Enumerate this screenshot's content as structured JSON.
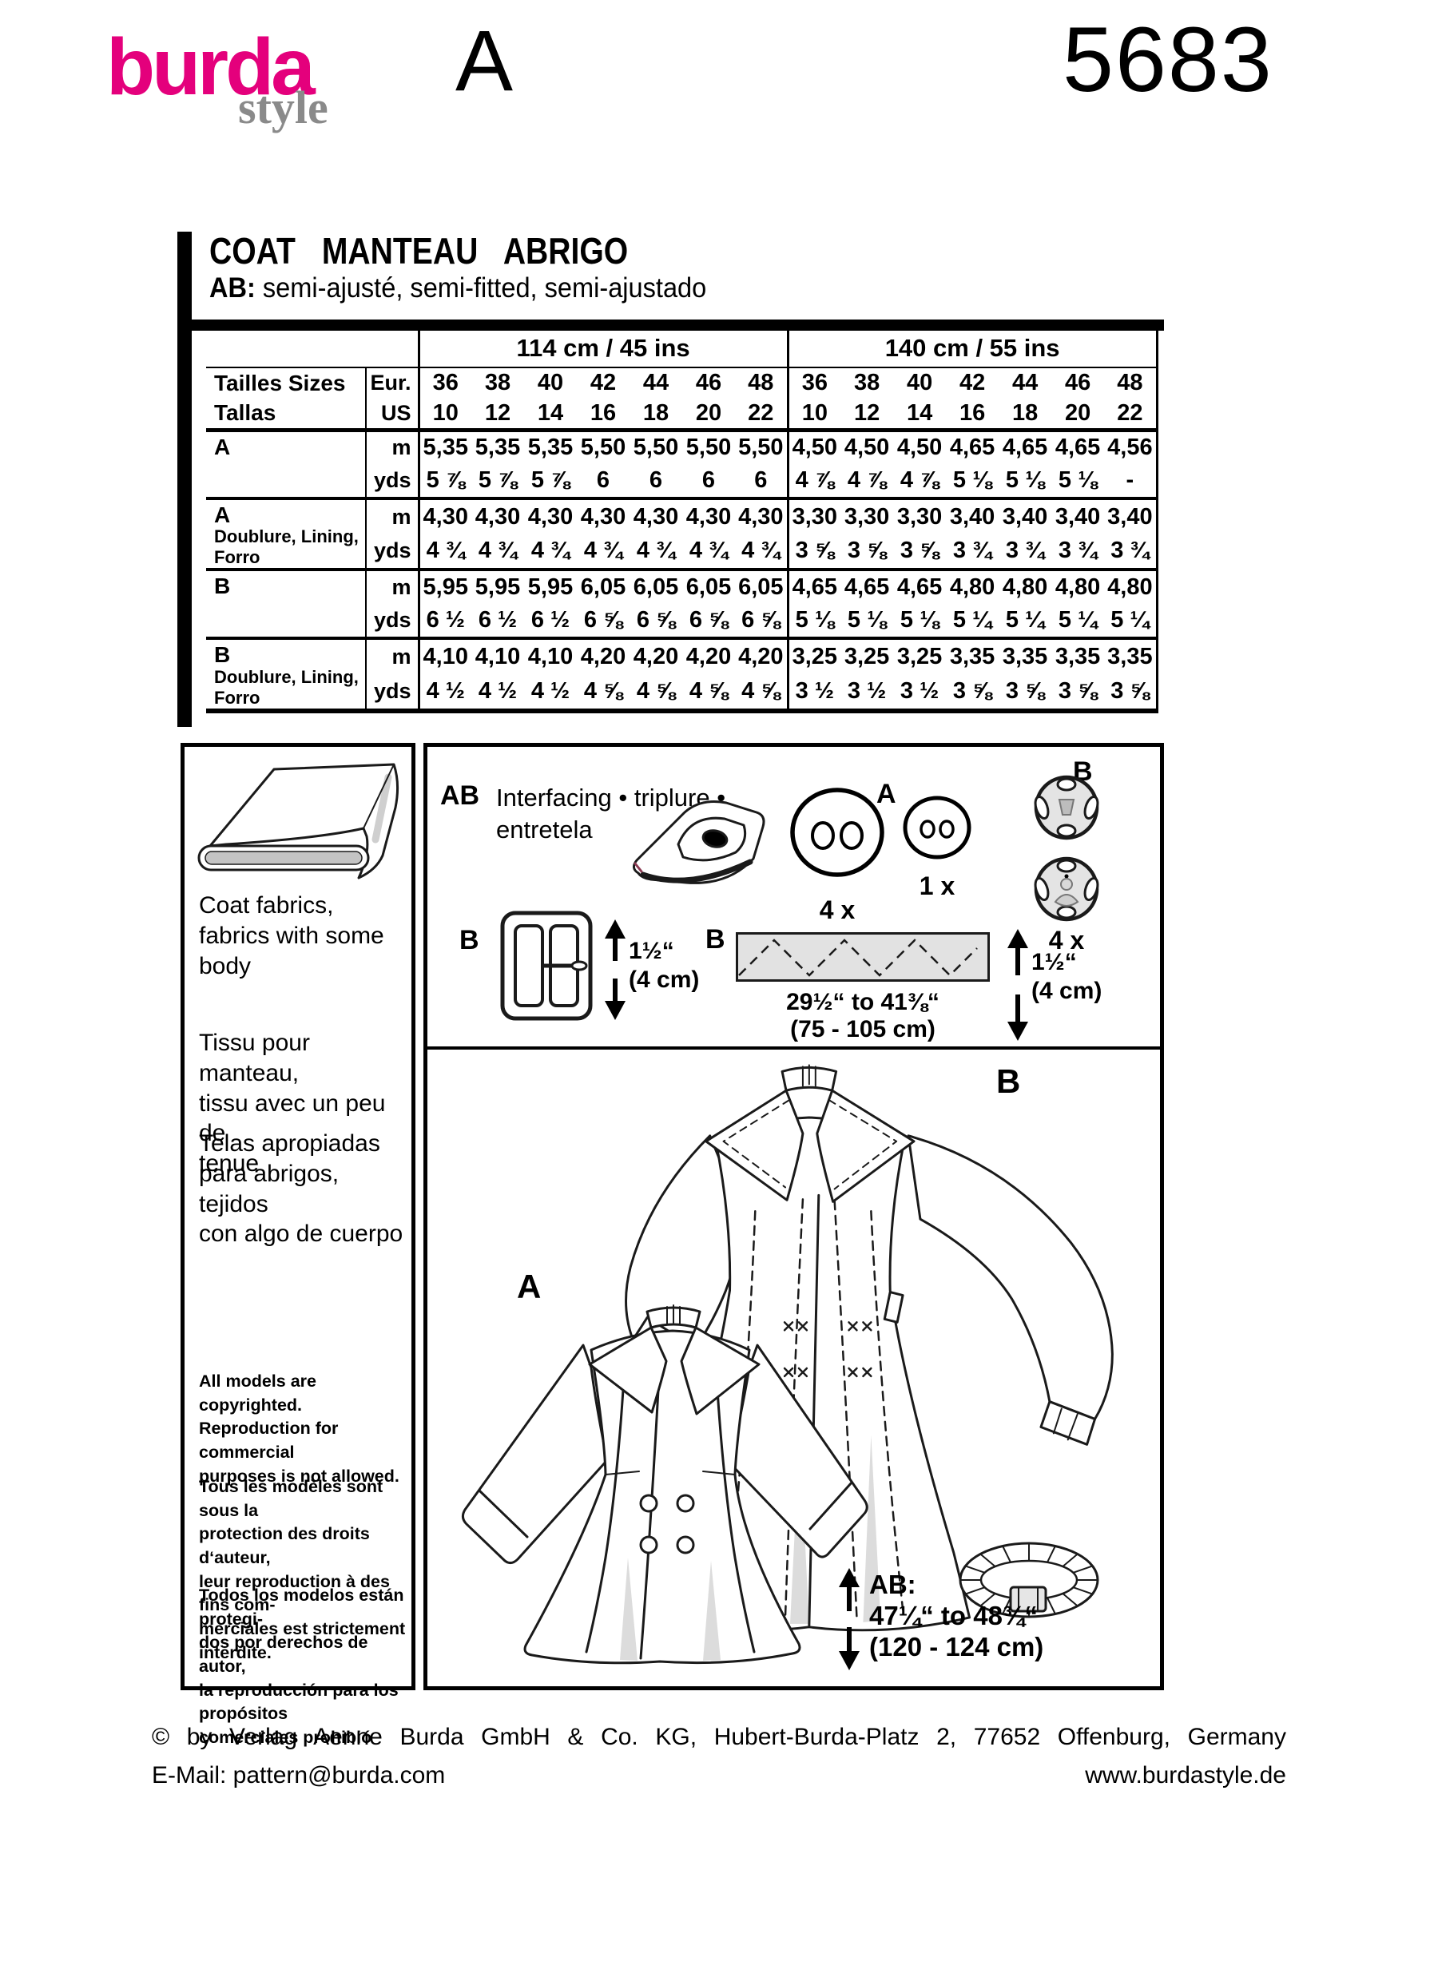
{
  "colors": {
    "brand_pink": "#E4007C",
    "logo_gray": "#8A8A8A",
    "ink_black": "#000000",
    "shade_gray": "#DCDCDC"
  },
  "header": {
    "logo_main": "burda",
    "logo_sub": "style",
    "view_letter": "A",
    "pattern_number": "5683"
  },
  "title": {
    "main": "COAT MANTEAU ABRIGO",
    "ab_prefix": "AB:",
    "subtitle": " semi-ajusté, semi-fitted, semi-ajustado"
  },
  "size_table": {
    "group_headers": [
      "114 cm / 45 ins",
      "140 cm / 55 ins"
    ],
    "row_label_line1": "Tailles Sizes",
    "row_label_line2": "Tallas",
    "unit_eur": "Eur.",
    "unit_us": "US",
    "unit_m": "m",
    "unit_yds": "yds",
    "sizes_eur": [
      "36",
      "38",
      "40",
      "42",
      "44",
      "46",
      "48"
    ],
    "sizes_us": [
      "10",
      "12",
      "14",
      "16",
      "18",
      "20",
      "22"
    ],
    "blocks": [
      {
        "label": "A",
        "sublabel": "",
        "m": [
          "5,35",
          "5,35",
          "5,35",
          "5,50",
          "5,50",
          "5,50",
          "5,50",
          "4,50",
          "4,50",
          "4,50",
          "4,65",
          "4,65",
          "4,65",
          "4,56"
        ],
        "yds": [
          "5 ⅞",
          "5 ⅞",
          "5 ⅞",
          "6",
          "6",
          "6",
          "6",
          "4 ⅞",
          "4 ⅞",
          "4 ⅞",
          "5 ⅛",
          "5 ⅛",
          "5 ⅛",
          "-"
        ]
      },
      {
        "label": "A",
        "sublabel": "Doublure, Lining,\nForro",
        "m": [
          "4,30",
          "4,30",
          "4,30",
          "4,30",
          "4,30",
          "4,30",
          "4,30",
          "3,30",
          "3,30",
          "3,30",
          "3,40",
          "3,40",
          "3,40",
          "3,40"
        ],
        "yds": [
          "4 ¾",
          "4 ¾",
          "4 ¾",
          "4 ¾",
          "4 ¾",
          "4 ¾",
          "4 ¾",
          "3 ⅝",
          "3 ⅝",
          "3 ⅝",
          "3 ¾",
          "3 ¾",
          "3 ¾",
          "3 ¾"
        ]
      },
      {
        "label": "B",
        "sublabel": "",
        "m": [
          "5,95",
          "5,95",
          "5,95",
          "6,05",
          "6,05",
          "6,05",
          "6,05",
          "4,65",
          "4,65",
          "4,65",
          "4,80",
          "4,80",
          "4,80",
          "4,80"
        ],
        "yds": [
          "6 ½",
          "6 ½",
          "6 ½",
          "6 ⅝",
          "6 ⅝",
          "6 ⅝",
          "6 ⅝",
          "5 ⅛",
          "5 ⅛",
          "5 ⅛",
          "5 ¼",
          "5 ¼",
          "5 ¼",
          "5 ¼"
        ]
      },
      {
        "label": "B",
        "sublabel": "Doublure, Lining,\nForro",
        "m": [
          "4,10",
          "4,10",
          "4,10",
          "4,20",
          "4,20",
          "4,20",
          "4,20",
          "3,25",
          "3,25",
          "3,25",
          "3,35",
          "3,35",
          "3,35",
          "3,35"
        ],
        "yds": [
          "4 ½",
          "4 ½",
          "4 ½",
          "4 ⅝",
          "4 ⅝",
          "4 ⅝",
          "4 ⅝",
          "3 ½",
          "3 ½",
          "3 ½",
          "3 ⅝",
          "3 ⅝",
          "3 ⅝",
          "3 ⅝"
        ]
      }
    ]
  },
  "fabric_panel": {
    "en": "Coat fabrics,\nfabrics with some\nbody",
    "fr": "Tissu pour manteau,\ntissu avec un peu de\ntenue",
    "es": "Telas apropiadas\npara abrigos, tejidos\ncon algo de cuerpo",
    "copyright_en": "All models are copyrighted.\nReproduction for commercial\npurposes is not allowed.",
    "copyright_fr": "Tous les modèles sont sous la\nprotection des droits d‘auteur,\nleur reproduction à des fins com-\nmerciales est strictement interdite.",
    "copyright_es": "Todos los modelos están protegi-\ndos por derechos de autor,\nla reproducción para los propósitos\ncomerciales prohibió"
  },
  "notions": {
    "ab_label": "AB",
    "interfacing": "Interfacing • triplure •\nentretela",
    "view_a_label": "A",
    "button_large_qty": "4 x",
    "button_small_qty": "1 x",
    "snaps_label": "B",
    "snaps_qty": "4 x",
    "buckle_label": "B",
    "buckle_width": "1½“",
    "buckle_width_cm": "(4 cm)",
    "band_label": "B",
    "band_width": "1½“",
    "band_width_cm": "(4 cm)",
    "band_length": "29½“ to 41⅜“",
    "band_length_cm": "(75 - 105 cm)"
  },
  "views": {
    "a_label": "A",
    "b_label": "B",
    "length_label": "AB:",
    "length_inches": "47¼“ to 48¾“",
    "length_cm": "(120 - 124 cm)"
  },
  "footer": {
    "line1": "© by Verlag Aenne Burda GmbH & Co. KG, Hubert-Burda-Platz 2, 77652 Offenburg, Germany",
    "email": "E-Mail: pattern@burda.com",
    "website": "www.burdastyle.de"
  }
}
